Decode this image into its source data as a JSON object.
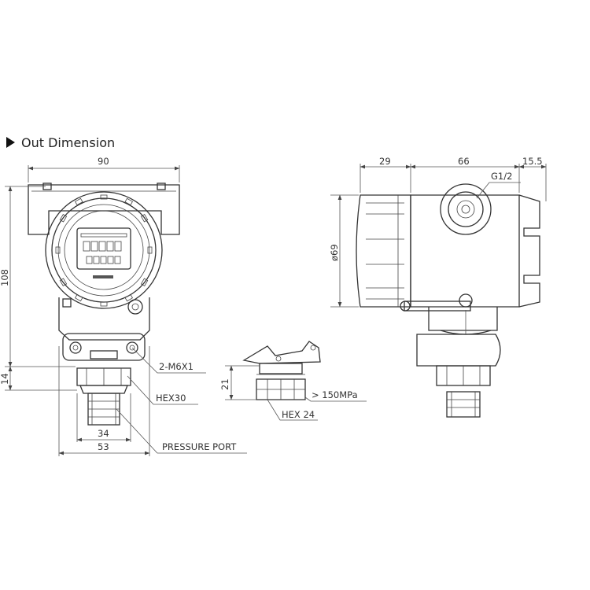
{
  "heading": {
    "title": "Out Dimension",
    "bullet_icon": "triangle-right-icon"
  },
  "front_view": {
    "dim_width_top": "90",
    "dim_height_left": "108",
    "dim_bottom_left": "14",
    "dim_hex_width": "34",
    "dim_base_width": "53",
    "label_mount": "2-M6X1",
    "label_hex": "HEX30",
    "label_port": "PRESSURE PORT"
  },
  "detail_view": {
    "dim_height": "21",
    "label_pressure": "> 150MPa",
    "label_hex": "HEX 24"
  },
  "side_view": {
    "dim_a": "29",
    "dim_b": "66",
    "dim_c": "15.5",
    "dim_diameter": "ø69",
    "label_thread": "G1/2"
  }
}
